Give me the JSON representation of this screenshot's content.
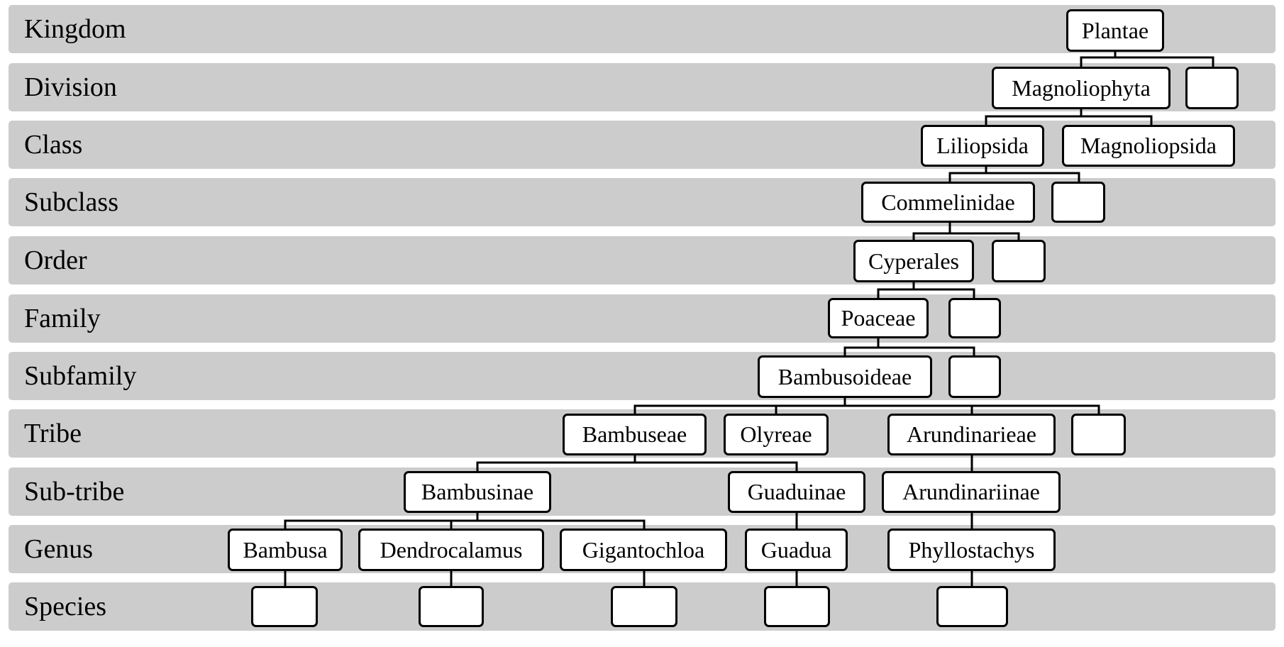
{
  "ranks": [
    "Kingdom",
    "Division",
    "Class",
    "Subclass",
    "Order",
    "Family",
    "Subfamily",
    "Tribe",
    "Sub-tribe",
    "Genus",
    "Species"
  ],
  "taxa": {
    "plantae": "Plantae",
    "magnoliophyta": "Magnoliophyta",
    "liliopsida": "Liliopsida",
    "magnoliopsida": "Magnoliopsida",
    "commelinidae": "Commelinidae",
    "cyperales": "Cyperales",
    "poaceae": "Poaceae",
    "bambusoideae": "Bambusoideae",
    "bambuseae": "Bambuseae",
    "olyreae": "Olyreae",
    "arundinarieae": "Arundinarieae",
    "bambusinae": "Bambusinae",
    "guaduinae": "Guaduinae",
    "arundinariinae": "Arundinariinae",
    "bambusa": "Bambusa",
    "dendrocalamus": "Dendrocalamus",
    "gigantochloa": "Gigantochloa",
    "guadua": "Guadua",
    "phyllostachys": "Phyllostachys"
  },
  "colors": {
    "band": "#cccccc",
    "node_fill": "#ffffff",
    "node_border": "#000000"
  }
}
